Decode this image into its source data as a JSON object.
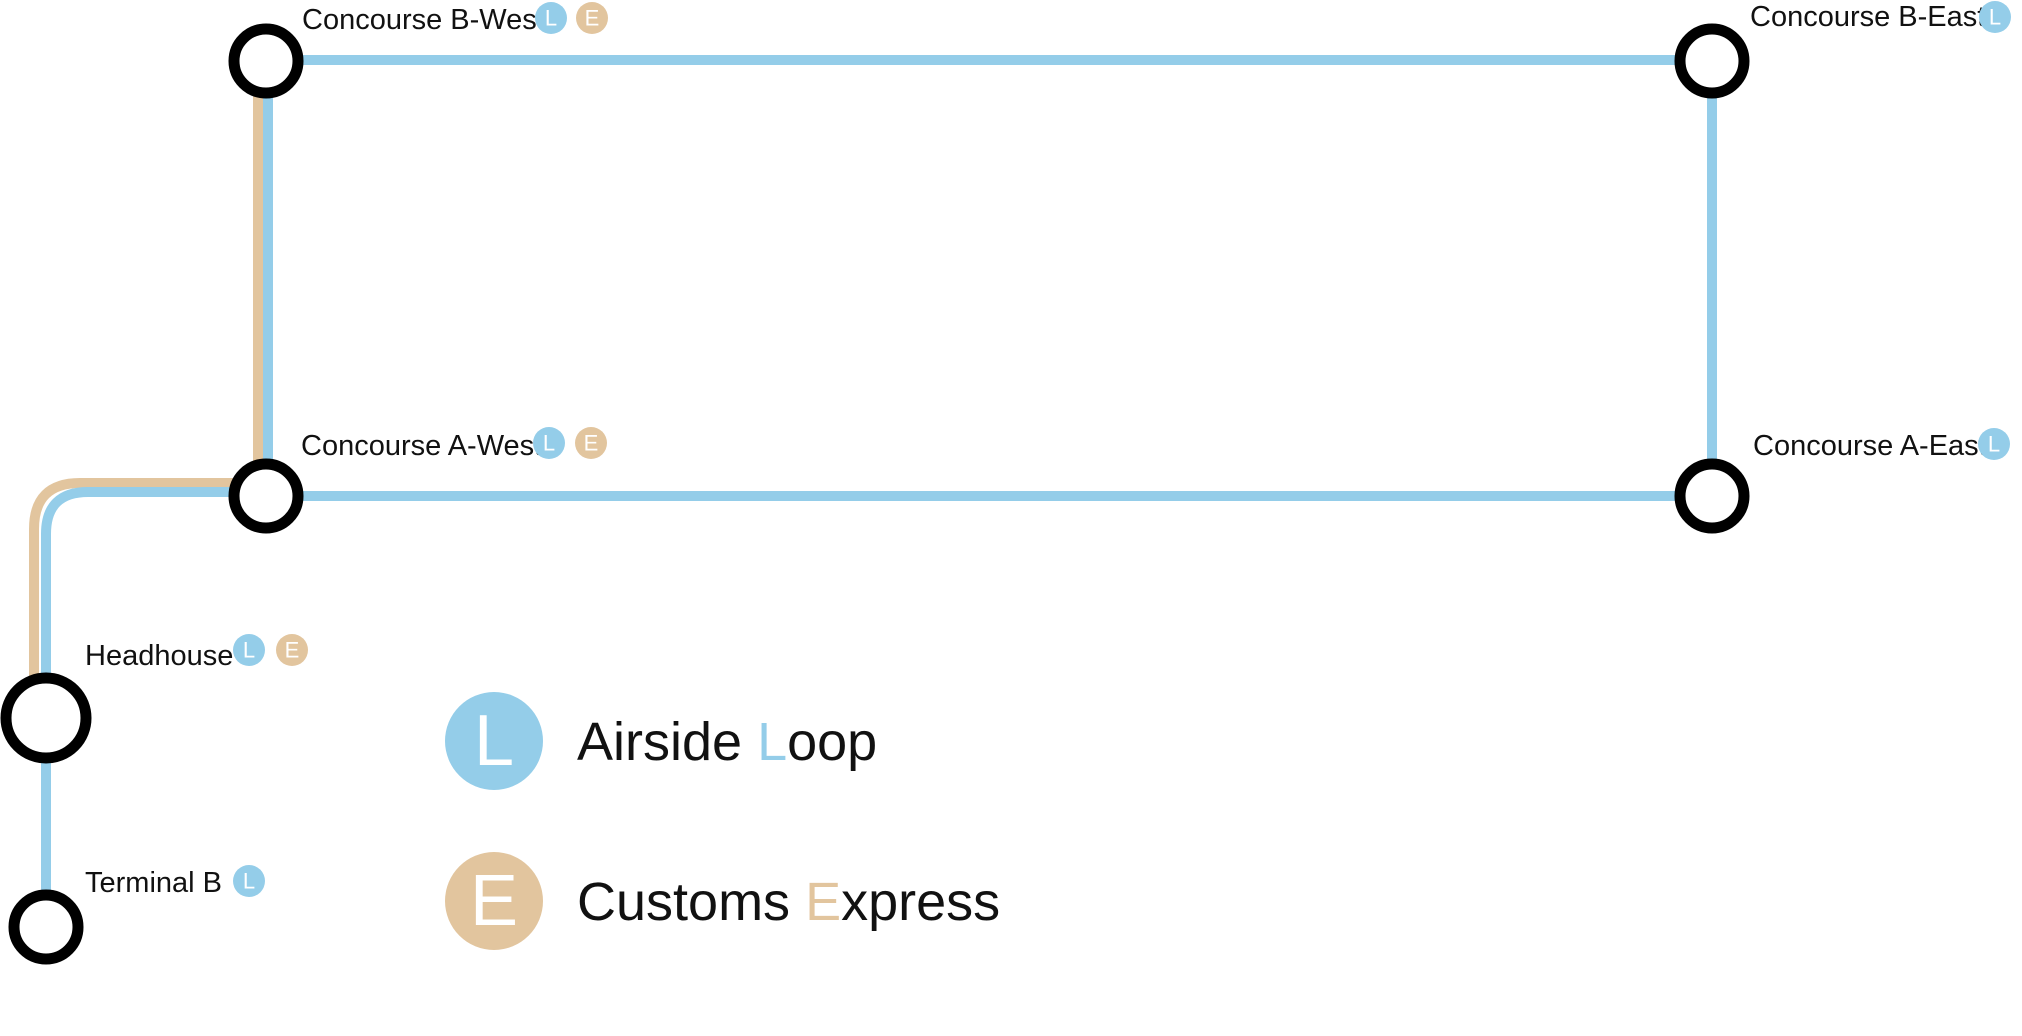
{
  "colors": {
    "loop": "#94cde9",
    "express": "#e2c59e",
    "station_ring": "#000000",
    "text": "#111111"
  },
  "lines": [
    {
      "id": "loop",
      "letter": "L",
      "name_before": "Airside ",
      "name_highlight": "L",
      "name_after": "oop"
    },
    {
      "id": "express",
      "letter": "E",
      "name_before": "Customs ",
      "name_highlight": "E",
      "name_after": "xpress"
    }
  ],
  "stations": {
    "b_west": {
      "name": "Concourse B-West",
      "services": [
        "L",
        "E"
      ]
    },
    "b_east": {
      "name": "Concourse B-East",
      "services": [
        "L"
      ]
    },
    "a_west": {
      "name": "Concourse A-West",
      "services": [
        "L",
        "E"
      ]
    },
    "a_east": {
      "name": "Concourse A-East",
      "services": [
        "L"
      ]
    },
    "headhouse": {
      "name": "Headhouse",
      "services": [
        "L",
        "E"
      ]
    },
    "terminal_b": {
      "name": "Terminal B",
      "services": [
        "L"
      ]
    }
  }
}
